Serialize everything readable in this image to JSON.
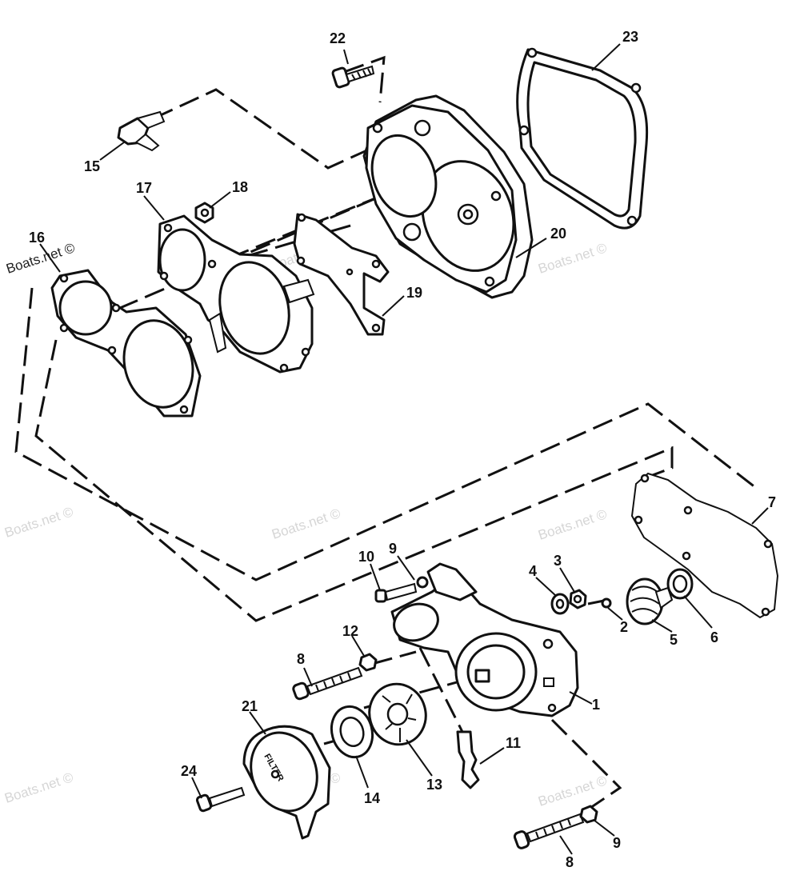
{
  "diagram": {
    "watermarks": [
      "Boats.net ©",
      "Boats.net ©",
      "Boats.net ©",
      "Boats.net ©",
      "Boats.net ©",
      "Boats.net ©",
      "Boats.net ©",
      "Boats.net ©",
      "Boats.net ©"
    ],
    "filter_label": "FILTER",
    "callouts": [
      "22",
      "23",
      "15",
      "17",
      "18",
      "16",
      "20",
      "19",
      "7",
      "10",
      "9",
      "4",
      "3",
      "2",
      "5",
      "6",
      "12",
      "8",
      "1",
      "21",
      "11",
      "24",
      "14",
      "13",
      "9",
      "8"
    ]
  }
}
